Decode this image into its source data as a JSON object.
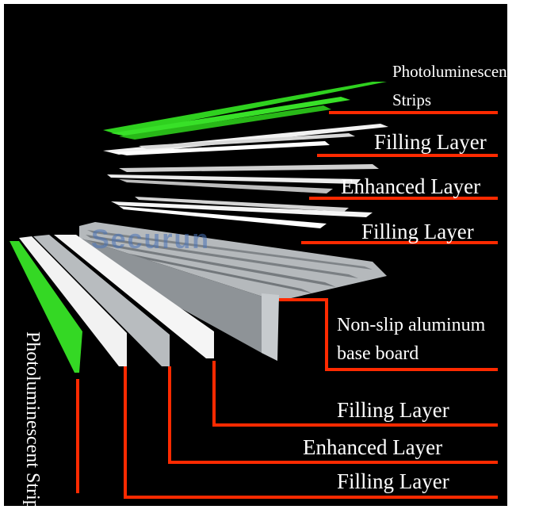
{
  "labels": {
    "photoluminescent_strips_top_line1": "Photoluminescent",
    "photoluminescent_strips_top_line2": "Strips",
    "filling_layer_1": "Filling Layer",
    "enhanced_layer_1": "Enhanced Layer",
    "filling_layer_2": "Filling Layer",
    "base_board_line1": "Non-slip aluminum",
    "base_board_line2": "base board",
    "filling_layer_3": "Filling Layer",
    "enhanced_layer_2": "Enhanced Layer",
    "filling_layer_4": "Filling Layer",
    "photoluminescent_strips_vertical": "Photoluminescent Strips"
  },
  "colors": {
    "background": "#000000",
    "leader_line": "#ff2a00",
    "strip_green": "#33dd22",
    "strip_white": "#f4f4f4",
    "strip_gray": "#b8b8b8",
    "aluminum": "#a9adb0"
  }
}
